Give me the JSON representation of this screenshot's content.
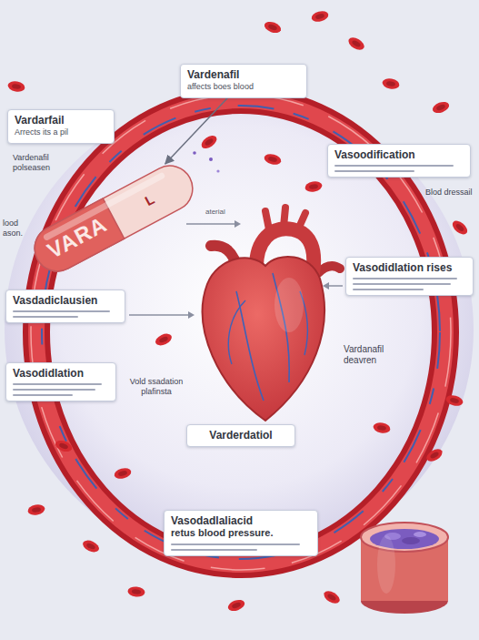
{
  "diagram": {
    "nodes": [
      {
        "text": [
          "Vardarfail",
          "Arrects its a pil"
        ]
      },
      {
        "text": [
          "Vardenafil",
          "affects boes blood"
        ]
      },
      {
        "text": [
          "VARA"
        ]
      },
      {
        "text": [
          "Vasoodification"
        ]
      },
      {
        "text": [
          "Vasdadiclausien"
        ]
      },
      {
        "text": [
          "Vasodidlation rises"
        ]
      },
      {
        "text": [
          "Vasodidlation"
        ]
      },
      {
        "text": [
          "Varderdatiol"
        ]
      },
      {
        "text": [
          "Vasodadlaliacid",
          "retus blood pressure."
        ]
      }
    ],
    "edges": [
      {
        "from": 1,
        "to": 2,
        "arrow": "to"
      }
    ],
    "labels": [
      "Vardenafil polseasen",
      "L",
      "lood ason.",
      "aterial",
      "Blod dressail",
      "Vold ssadation plafinsta",
      "Vardanafil deavren"
    ]
  }
}
